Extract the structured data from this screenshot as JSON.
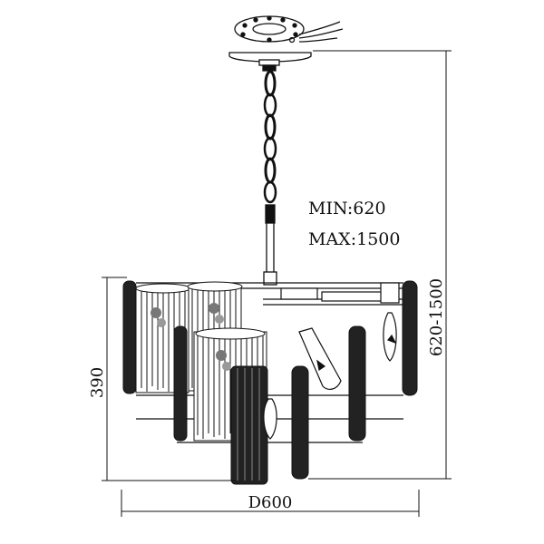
{
  "labels": {
    "min": "MIN:620",
    "max": "MAX:1500",
    "height_range": "620-1500",
    "body_height": "390",
    "diameter": "D600"
  },
  "colors": {
    "line": "#111111",
    "fill_dark": "#222222",
    "background": "#ffffff"
  }
}
